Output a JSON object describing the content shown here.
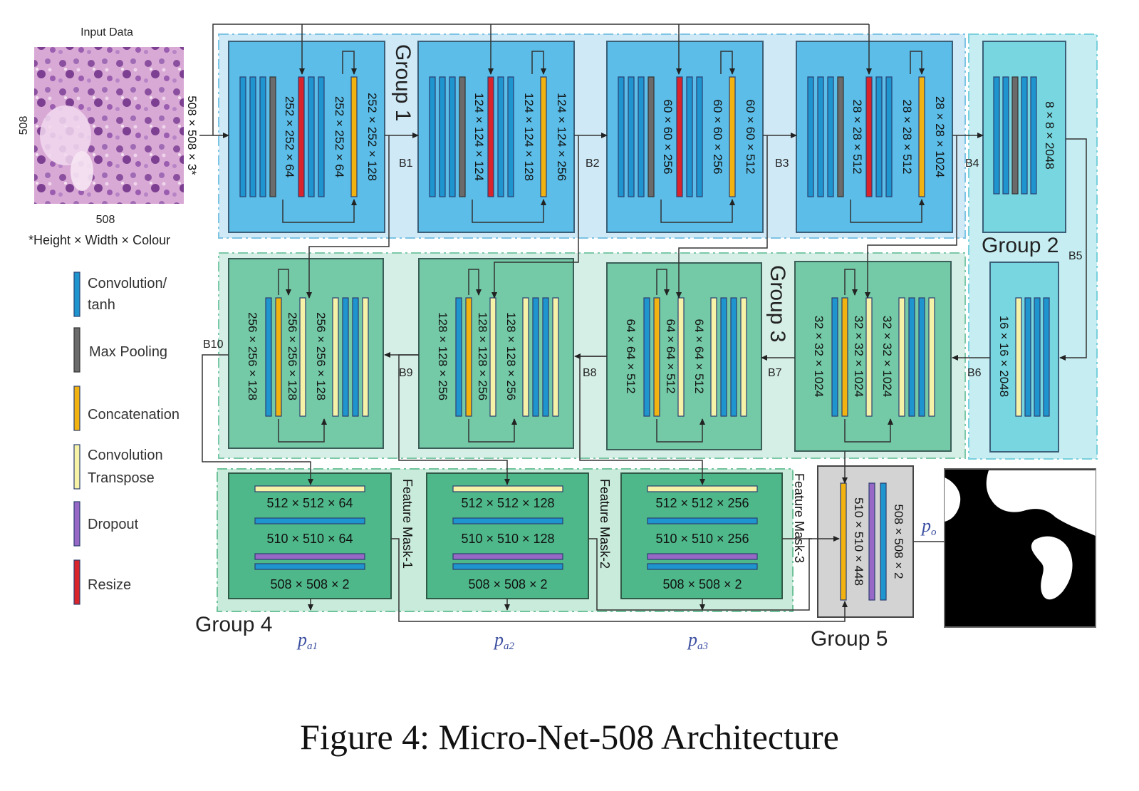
{
  "caption": "Figure 4: Micro-Net-508 Architecture",
  "input": {
    "title": "Input Data",
    "height_label": "508",
    "width_label": "508",
    "dims": "508 × 508 × 3*",
    "note": "*Height × Width × Colour"
  },
  "legend": [
    {
      "label_lines": [
        "Convolution/",
        "tanh"
      ],
      "color": "#1e95cf"
    },
    {
      "label_lines": [
        "Max Pooling"
      ],
      "color": "#6b6b6b"
    },
    {
      "label_lines": [
        "Concatenation"
      ],
      "color": "#f2b20f"
    },
    {
      "label_lines": [
        "Convolution",
        "Transpose"
      ],
      "color": "#f6f2a8"
    },
    {
      "label_lines": [
        "Dropout"
      ],
      "color": "#9768c6"
    },
    {
      "label_lines": [
        "Resize"
      ],
      "color": "#d9242b"
    }
  ],
  "groups": {
    "g1": "Group 1",
    "g2": "Group 2",
    "g3": "Group 3",
    "g4": "Group 4",
    "g5": "Group 5"
  },
  "encoder_blocks": [
    {
      "dims": [
        "252 × 252 × 64",
        "252 × 252 × 64",
        "252 × 252 × 128"
      ],
      "out": "B1"
    },
    {
      "dims": [
        "124 × 124 × 124",
        "124 × 124 × 128",
        "124 × 124 × 256"
      ],
      "out": "B2"
    },
    {
      "dims": [
        "60 × 60 × 256",
        "60 × 60 × 256",
        "60 × 60 × 512"
      ],
      "out": "B3"
    },
    {
      "dims": [
        "28 × 28 × 512",
        "28 × 28 × 512",
        "28 × 28 × 1024"
      ],
      "out": "B4"
    }
  ],
  "bottleneck": {
    "g2_dims": "8 × 8 × 2048",
    "g2_out": "B5",
    "dec_dims": "16 × 16 × 2048",
    "dec_out": "B6"
  },
  "decoder_blocks": [
    {
      "dims": [
        "32 × 32 × 1024",
        "32 × 32 × 1024",
        "32 × 32 × 1024"
      ],
      "out": "B7"
    },
    {
      "dims": [
        "64 × 64 × 512",
        "64 × 64 × 512",
        "64 × 64 × 512"
      ],
      "out": "B8"
    },
    {
      "dims": [
        "128 × 128 × 256",
        "128 × 128 × 256",
        "128 × 128 × 256"
      ],
      "out": "B9"
    },
    {
      "dims": [
        "256 × 256 × 128",
        "256 × 256 × 128",
        "256 × 256 × 128"
      ],
      "out": "B10"
    }
  ],
  "feature_masks": [
    {
      "label": "Feature Mask-1",
      "dims": [
        "512 × 512 × 64",
        "510 × 510 × 64",
        "508 × 508 × 2"
      ],
      "p_main": "p",
      "p_sub": "a1"
    },
    {
      "label": "Feature Mask-2",
      "dims": [
        "512 × 512 × 128",
        "510 × 510 × 128",
        "508 × 508 × 2"
      ],
      "p_main": "p",
      "p_sub": "a2"
    },
    {
      "label": "Feature Mask-3",
      "dims": [
        "512 × 512 ×  256",
        "510 × 510 × 256",
        "508 × 508 × 2"
      ],
      "p_main": "p",
      "p_sub": "a3"
    }
  ],
  "group5": {
    "dims": [
      "510 × 510 × 448",
      "508 × 508 × 2"
    ],
    "p_main": "p",
    "p_sub": "o"
  }
}
